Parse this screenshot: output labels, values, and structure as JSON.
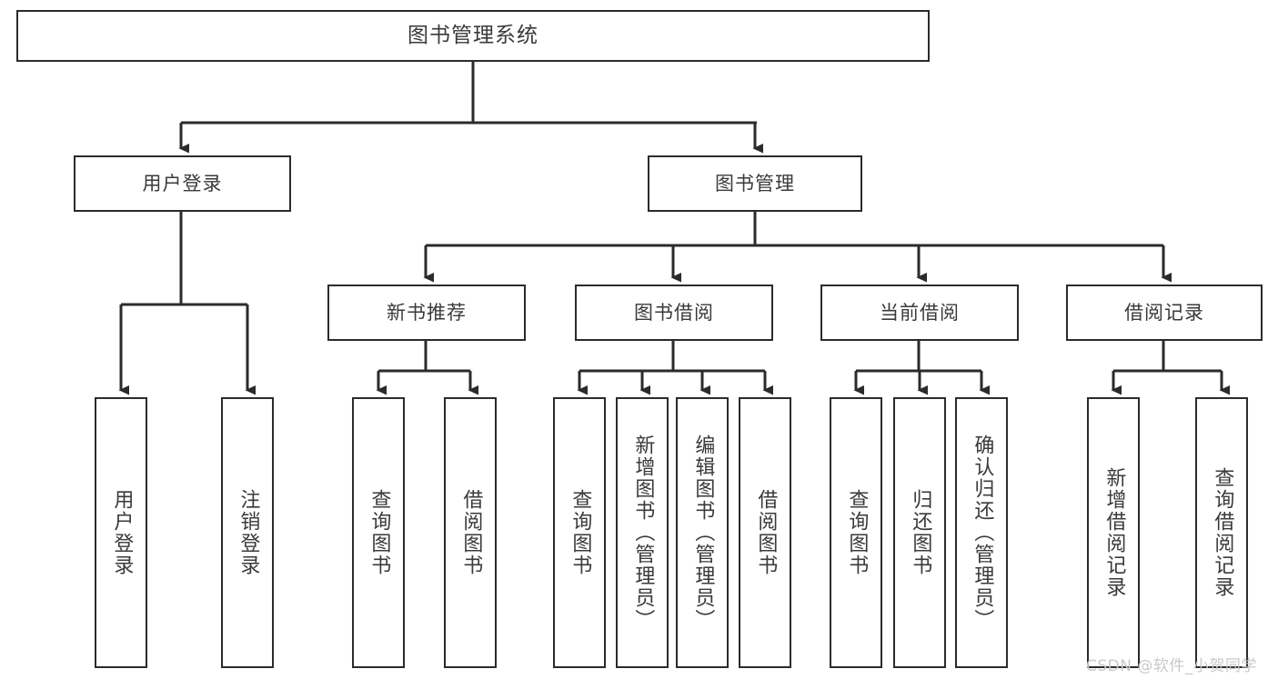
{
  "diagram": {
    "title": "图书管理系统",
    "type": "tree-hierarchy-chart",
    "watermark": "CSDN @软件_小贺同学",
    "colors": {
      "box_border": "#2b2b2b",
      "box_fill": "#ffffff",
      "line": "#2b2b2b",
      "text": "#3a3a3a",
      "watermark": "#c9c9c9",
      "background": "#ffffff"
    }
  },
  "nodes": {
    "root": {
      "label": "图书管理系统"
    },
    "level2": [
      {
        "label": "用户登录"
      },
      {
        "label": "图书管理"
      }
    ],
    "level3": [
      {
        "label": "新书推荐"
      },
      {
        "label": "图书借阅"
      },
      {
        "label": "当前借阅"
      },
      {
        "label": "借阅记录"
      }
    ],
    "leaves": {
      "user_login": [
        {
          "label": "用户登录"
        },
        {
          "label": "注销登录"
        }
      ],
      "new_book_recommend": [
        {
          "label": "查询图书"
        },
        {
          "label": "借阅图书"
        }
      ],
      "book_borrow": [
        {
          "label": "查询图书"
        },
        {
          "label": "新增图书（管理员）"
        },
        {
          "label": "编辑图书（管理员）"
        },
        {
          "label": "借阅图书"
        }
      ],
      "current_borrow": [
        {
          "label": "查询图书"
        },
        {
          "label": "归还图书"
        },
        {
          "label": "确认归还（管理员）"
        }
      ],
      "borrow_record": [
        {
          "label": "新增借阅记录"
        },
        {
          "label": "查询借阅记录"
        }
      ]
    }
  }
}
